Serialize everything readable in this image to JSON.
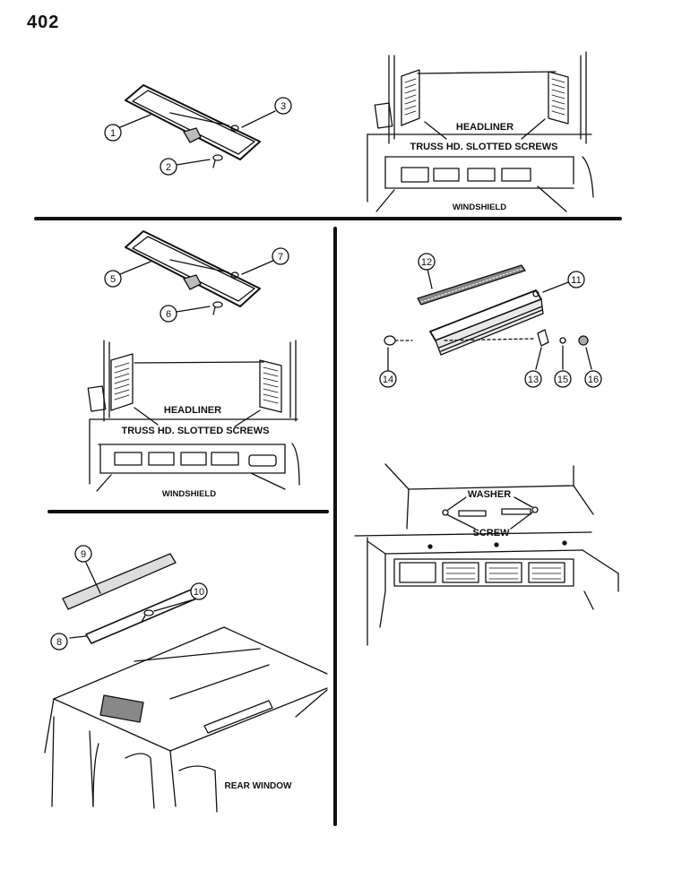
{
  "page_number": "402",
  "labels": {
    "headliner": "HEADLINER",
    "truss_screws": "TRUSS HD. SLOTTED SCREWS",
    "windshield": "WINDSHIELD",
    "washer": "WASHER",
    "screw": "SCREW",
    "rear_window": "REAR WINDOW"
  },
  "callouts": [
    "1",
    "2",
    "3",
    "5",
    "6",
    "7",
    "8",
    "9",
    "10",
    "11",
    "12",
    "13",
    "14",
    "15",
    "16"
  ]
}
